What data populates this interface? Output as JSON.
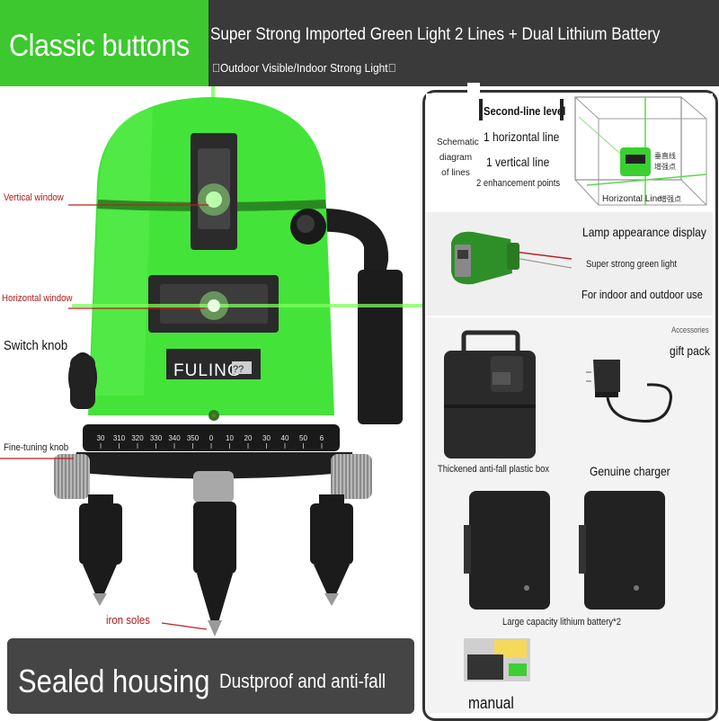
{
  "header": {
    "title": "Classic buttons",
    "line1": "Super Strong Imported Green Light 2 Lines + Dual Lithium Battery",
    "line2": "\u0000Outdoor Visible/Indoor Strong Light\u0000"
  },
  "product": {
    "brand": "FULING",
    "brand_suffix": "??",
    "callouts": {
      "vertical_window": "Vertical window",
      "horizontal_window": "Horizontal window",
      "switch_knob": "Switch knob",
      "fine_tuning_knob": "Fine-tuning knob",
      "iron_soles": "iron soles"
    },
    "dial_ticks": [
      "30",
      "310",
      "320",
      "330",
      "340",
      "350",
      "0",
      "10",
      "20",
      "30",
      "40",
      "50",
      "6"
    ]
  },
  "bottom_banner": {
    "primary": "Sealed housing",
    "secondary": "Dustproof and anti-fall"
  },
  "lines_panel": {
    "title": "Second-line level",
    "schematic_label": [
      "Schematic",
      "diagram",
      "of lines"
    ],
    "horizontal": "1 horizontal line",
    "vertical": "1 vertical line",
    "points": "2 enhancement points",
    "cube_label": "Horizontal Line",
    "cube_cn_1": "垂直线",
    "cube_cn_2": "增强点",
    "cube_cn_3": "增强点"
  },
  "lamp_panel": {
    "title": "Lamp appearance display",
    "line1": "Super strong green light",
    "line2": "For indoor and outdoor use"
  },
  "accessories": {
    "tag1": "Accessories",
    "tag2": "gift pack",
    "box": "Thickened anti-fall plastic box",
    "charger": "Genuine charger",
    "battery": "Large capacity lithium battery*2",
    "manual": "manual"
  },
  "colors": {
    "body_green": "#44e33a",
    "header_green": "#3cc82e",
    "laser_green": "#7dff5c",
    "callout_red": "#b01818",
    "dark_panel": "#3a3a3a"
  }
}
